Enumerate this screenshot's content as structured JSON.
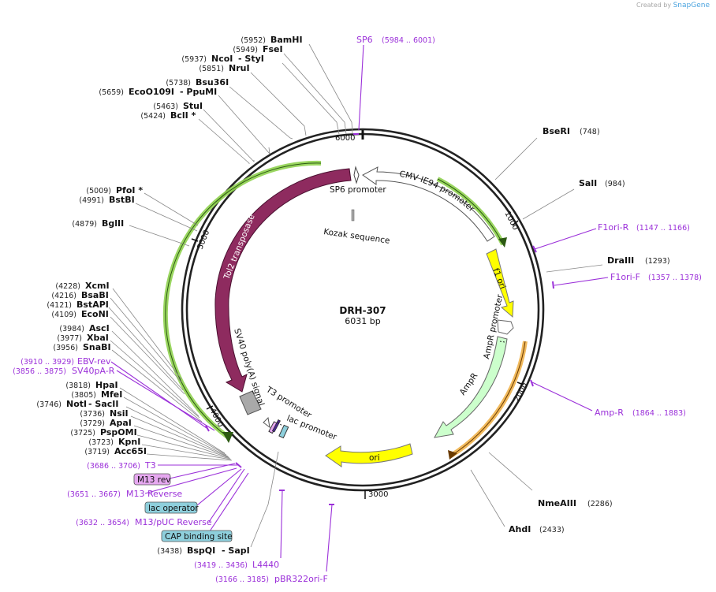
{
  "credit": {
    "prefix": "Created by",
    "brand": "SnapGene"
  },
  "plasmid": {
    "name": "DRH-307",
    "length": "6031 bp"
  },
  "ticks": [
    "1000",
    "2000",
    "3000",
    "4000",
    "5000",
    "6000"
  ],
  "enzymes_right": [
    {
      "name": "BseRI",
      "pos": "(748)"
    },
    {
      "name": "SalI",
      "pos": "(984)"
    },
    {
      "name": "DraIII",
      "pos": "(1293)"
    },
    {
      "name": "NmeAIII",
      "pos": "(2286)"
    },
    {
      "name": "AhdI",
      "pos": "(2433)"
    }
  ],
  "enzymes_top": [
    {
      "pos": "(5952)",
      "name": "BamHI"
    },
    {
      "pos": "(5949)",
      "name": "FseI"
    },
    {
      "pos": "(5937)",
      "name": "NcoI",
      "extra": "- StyI"
    },
    {
      "pos": "(5851)",
      "name": "NruI"
    },
    {
      "pos": "(5738)",
      "name": "Bsu36I"
    },
    {
      "pos": "(5659)",
      "name": "EcoO109I",
      "extra": "- PpuMI"
    },
    {
      "pos": "(5463)",
      "name": "StuI"
    },
    {
      "pos": "(5424)",
      "name": "BclI *"
    }
  ],
  "enzymes_left": [
    {
      "pos": "(5009)",
      "name": "PfoI *"
    },
    {
      "pos": "(4991)",
      "name": "BstBI"
    },
    {
      "pos": "(4879)",
      "name": "BglII"
    },
    {
      "pos": "(4228)",
      "name": "XcmI"
    },
    {
      "pos": "(4216)",
      "name": "BsaBI"
    },
    {
      "pos": "(4121)",
      "name": "BstAPI"
    },
    {
      "pos": "(4109)",
      "name": "EcoNI"
    },
    {
      "pos": "(3984)",
      "name": "AscI"
    },
    {
      "pos": "(3977)",
      "name": "XbaI"
    },
    {
      "pos": "(3956)",
      "name": "SnaBI"
    },
    {
      "pos": "(3818)",
      "name": "HpaI"
    },
    {
      "pos": "(3805)",
      "name": "MfeI"
    },
    {
      "pos": "(3746)",
      "name": "NotI",
      "extra": "- SacII"
    },
    {
      "pos": "(3736)",
      "name": "NsiI"
    },
    {
      "pos": "(3729)",
      "name": "ApaI"
    },
    {
      "pos": "(3725)",
      "name": "PspOMI"
    },
    {
      "pos": "(3723)",
      "name": "KpnI"
    },
    {
      "pos": "(3719)",
      "name": "Acc65I"
    },
    {
      "pos": "(3438)",
      "name": "BspQI",
      "extra": "- SapI"
    }
  ],
  "primers": [
    {
      "name": "SP6",
      "range": "(5984 .. 6001)"
    },
    {
      "name": "F1ori-R",
      "range": "(1147 .. 1166)"
    },
    {
      "name": "F1ori-F",
      "range": "(1357 .. 1378)"
    },
    {
      "name": "Amp-R",
      "range": "(1864 .. 1883)"
    },
    {
      "name": "EBV-rev",
      "range": "(3910 .. 3929)"
    },
    {
      "name": "SV40pA-R",
      "range": "(3856 .. 3875)"
    },
    {
      "name": "T3",
      "range": "(3686 .. 3706)"
    },
    {
      "name": "M13 Reverse",
      "range": "(3651 .. 3667)"
    },
    {
      "name": "M13/pUC Reverse",
      "range": "(3632 .. 3654)"
    },
    {
      "name": "L4440",
      "range": "(3419 .. 3436)"
    },
    {
      "name": "pBR322ori-F",
      "range": "(3166 .. 3185)"
    }
  ],
  "boxed_features": [
    {
      "name": "M13 rev"
    },
    {
      "name": "lac operator"
    },
    {
      "name": "CAP binding site"
    }
  ],
  "features": {
    "cmv": "CMV IE94 promoter",
    "sp6": "SP6 promoter",
    "kozak": "Kozak sequence",
    "f1ori": "f1 ori",
    "ampr_promoter": "AmpR promoter",
    "ampr": "AmpR",
    "ori": "ori",
    "lac_promoter": "lac promoter",
    "t3_promoter": "T3 promoter",
    "sv40": "SV40 poly(A) signal",
    "tol2": "Tol2 transposase"
  },
  "colors": {
    "primer": "#9b30d9",
    "tol2": "#8e2b5f",
    "f1ori": "#ffff00",
    "ori": "#ffff00",
    "ampr": "#ccffcc",
    "green_arc": "#8fd14f",
    "orange_arc": "#f0b24b",
    "lac_op": "#8ecfdc",
    "m13rev": "#e6a8f0"
  }
}
